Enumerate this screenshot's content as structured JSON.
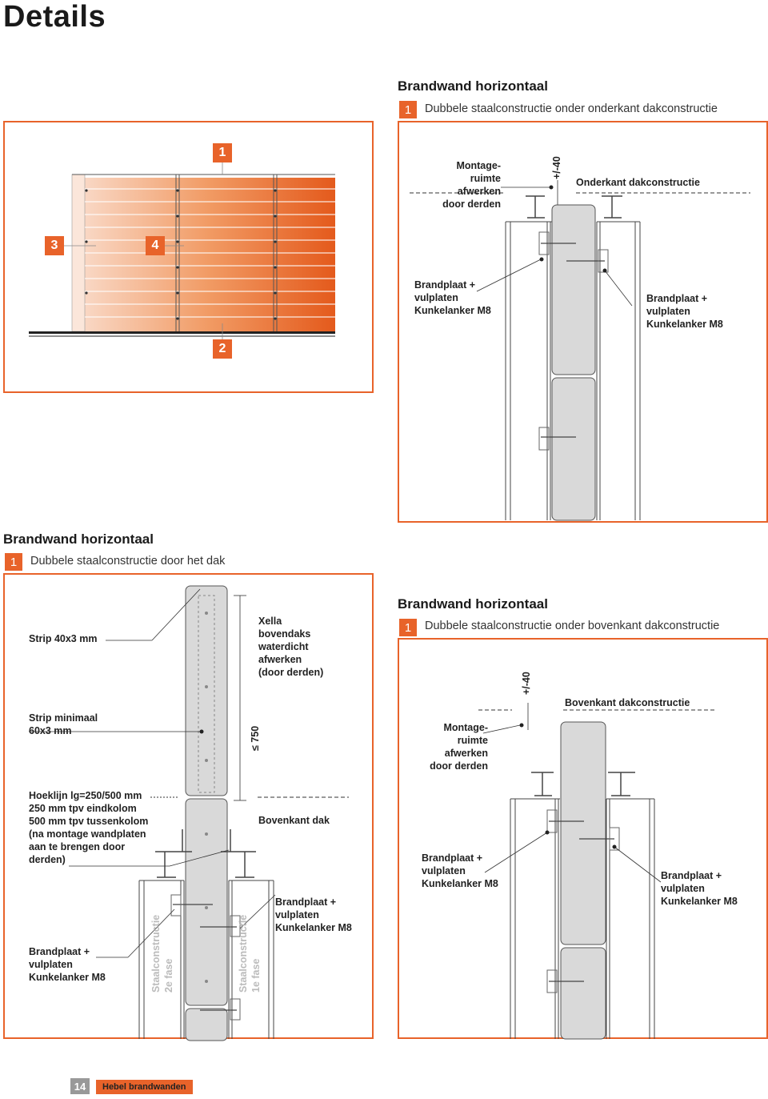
{
  "page_title": "Details",
  "section_top": {
    "heading": "Brandwand horizontaal",
    "badge": "1",
    "subtitle": "Dubbele staalconstructie onder onderkant dakconstructie",
    "labels": {
      "montage": [
        "Montage-",
        "ruimte",
        "afwerken",
        "door derden"
      ],
      "tolerance": "+/-40",
      "onderkant": "Onderkant dakconstructie",
      "brandplaat_left": [
        "Brandplaat +",
        "vulplaten",
        "Kunkelanker M8"
      ],
      "brandplaat_right": [
        "Brandplaat +",
        "vulplaten",
        "Kunkelanker M8"
      ]
    }
  },
  "overview": {
    "badges": [
      "1",
      "2",
      "3",
      "4"
    ]
  },
  "section_mid": {
    "heading": "Brandwand horizontaal",
    "badge": "1",
    "subtitle": "Dubbele staalconstructie door het dak",
    "labels": {
      "strip40": "Strip 40x3 mm",
      "xella": [
        "Xella",
        "bovendaks",
        "waterdicht",
        "afwerken",
        "(door derden)"
      ],
      "strip60": [
        "Strip minimaal",
        "60x3 mm"
      ],
      "dim750": "≤ 750",
      "hoeklijn": [
        "Hoeklijn lg=250/500 mm",
        "250 mm tpv eindkolom",
        "500 mm tpv tussenkolom",
        "(na montage wandplaten",
        "aan te brengen door",
        "derden)"
      ],
      "bovenkant_dak": "Bovenkant dak",
      "brandplaat_right": [
        "Brandplaat +",
        "vulplaten",
        "Kunkelanker M8"
      ],
      "brandplaat_left": [
        "Brandplaat +",
        "vulplaten",
        "Kunkelanker M8"
      ],
      "staal2": [
        "Staalconstructie",
        "2e fase"
      ],
      "staal1": [
        "Staalconstructie",
        "1e fase"
      ]
    }
  },
  "section_right": {
    "heading": "Brandwand horizontaal",
    "badge": "1",
    "subtitle": "Dubbele staalconstructie onder bovenkant dakconstructie",
    "labels": {
      "tolerance": "+/-40",
      "bovenkant": "Bovenkant dakconstructie",
      "montage": [
        "Montage-",
        "ruimte",
        "afwerken",
        "door derden"
      ],
      "brandplaat_left": [
        "Brandplaat +",
        "vulplaten",
        "Kunkelanker M8"
      ],
      "brandplaat_right": [
        "Brandplaat +",
        "vulplaten",
        "Kunkelanker M8"
      ]
    }
  },
  "footer": {
    "page_number": "14",
    "publication": "Hebel brandwanden"
  },
  "colors": {
    "accent": "#e8632a",
    "panel": "#d9d9d9"
  }
}
